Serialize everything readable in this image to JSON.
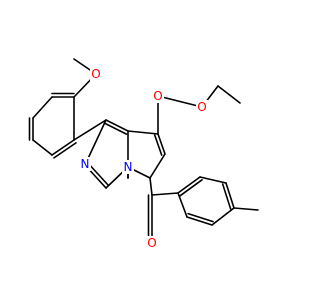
{
  "colors": {
    "bond": "#000000",
    "oxygen": "#ff0000",
    "nitrogen": "#0000ff",
    "background": "#ffffff"
  },
  "atoms": {
    "o_methoxy": {
      "label": "O",
      "element": "oxygen"
    },
    "o_ester_carbonyl": {
      "label": "O",
      "element": "oxygen"
    },
    "o_ester": {
      "label": "O",
      "element": "oxygen"
    },
    "n_ring": {
      "label": "N",
      "element": "nitrogen"
    },
    "n_bridge": {
      "label": "N",
      "element": "nitrogen"
    },
    "o_ketone": {
      "label": "O",
      "element": "oxygen"
    }
  }
}
